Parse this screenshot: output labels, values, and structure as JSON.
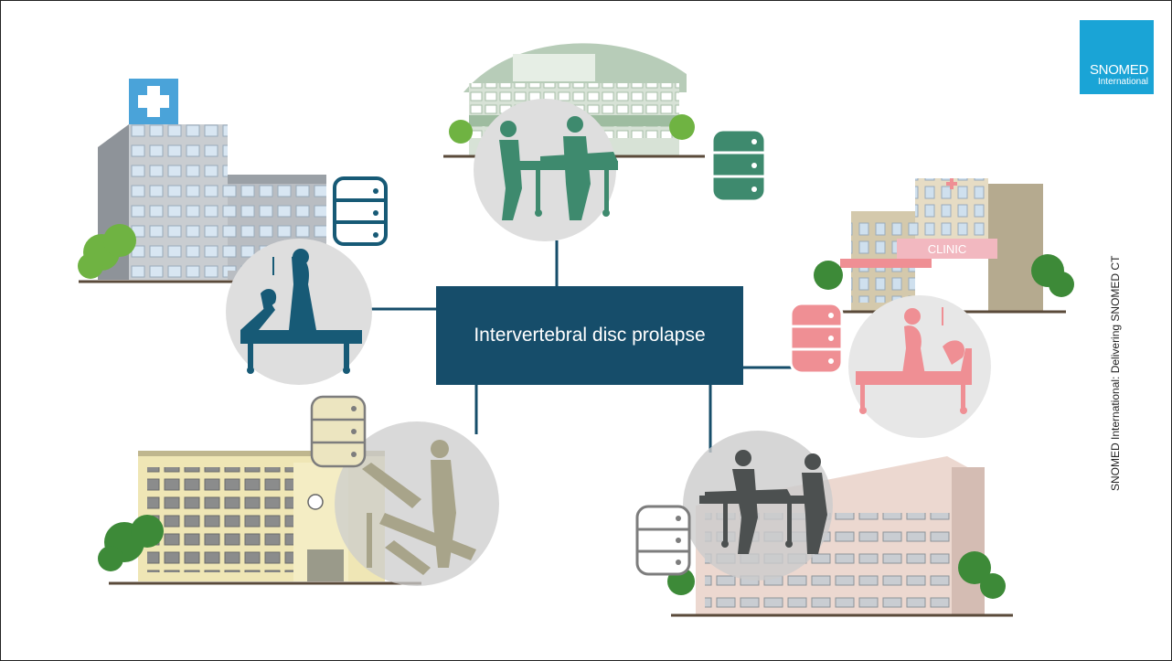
{
  "center_node": {
    "label": "Intervertebral disc prolapse"
  },
  "logo": {
    "line1": "SNOMED",
    "line2": "International",
    "color": "#1aa4d6"
  },
  "footer": {
    "side_text": "SNOMED International: Delivering SNOMED CT"
  },
  "colors": {
    "hub": "#164d6a",
    "teal_dark": "#175a76",
    "green": "#3e8a6e",
    "pink": "#ef8f94",
    "beige": "#ece5c0",
    "tan_figure": "#a8a48a",
    "grey_figure": "#4c5050",
    "db_outline": "#7d7d7d"
  },
  "facilities": [
    {
      "id": "top-left-hospital",
      "sign": "+",
      "database_color": "#175a76"
    },
    {
      "id": "top-center-building",
      "database_color": "#3e8a6e"
    },
    {
      "id": "right-clinic",
      "sign": "CLINIC",
      "database_color": "#ef8f94"
    },
    {
      "id": "bottom-left-school",
      "database_color": "#ece5c0"
    },
    {
      "id": "bottom-right-hospital",
      "database_color": "#ffffff"
    }
  ]
}
